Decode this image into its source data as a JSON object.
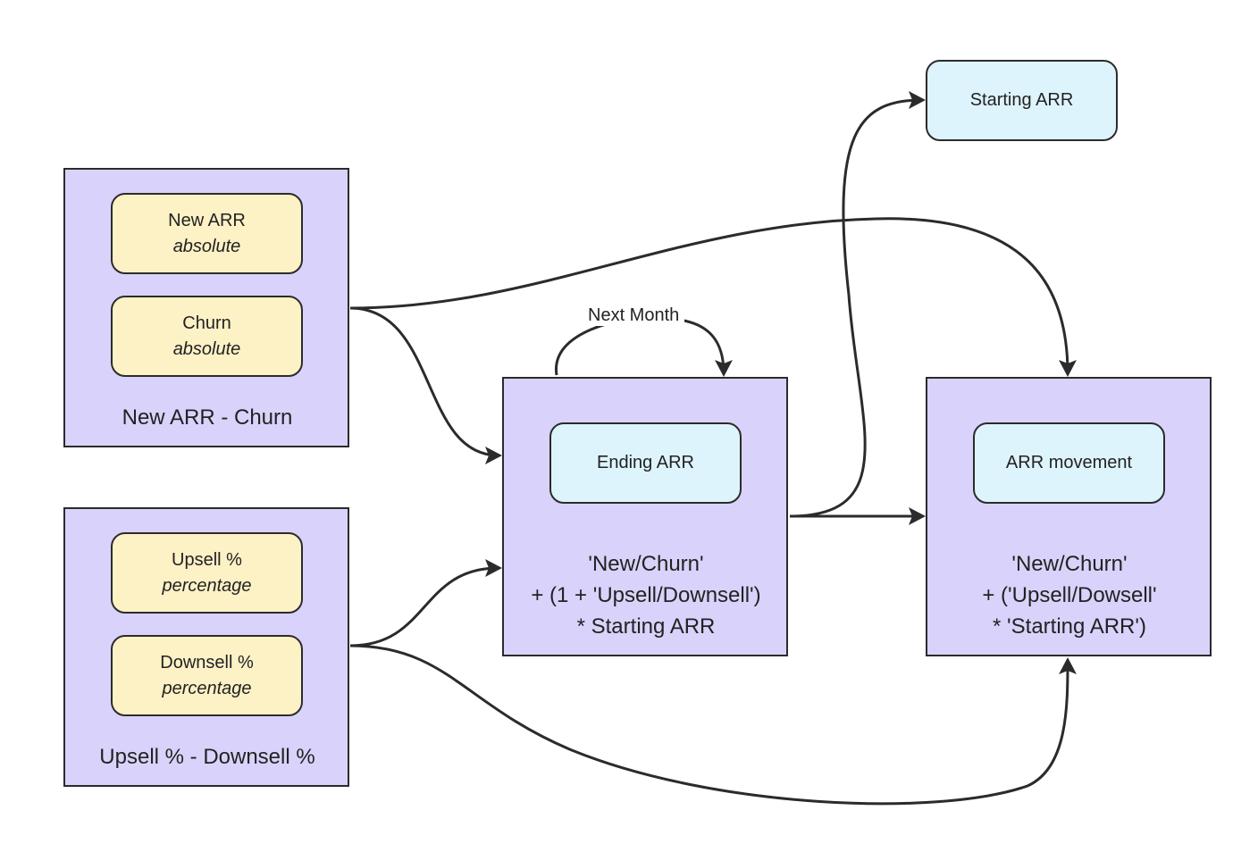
{
  "groups": {
    "new_churn": {
      "label": "New ARR - Churn"
    },
    "upsell_downsell": {
      "label": "Upsell % - Downsell %"
    },
    "ending": {
      "formula": [
        "'New/Churn'",
        "+ (1 + 'Upsell/Downsell')",
        "* Starting ARR"
      ]
    },
    "movement": {
      "formula": [
        "'New/Churn'",
        "+ ('Upsell/Dowsell'",
        "* 'Starting ARR')"
      ]
    }
  },
  "nodes": {
    "new_arr": {
      "title": "New ARR",
      "sub": "absolute"
    },
    "churn": {
      "title": "Churn",
      "sub": "absolute"
    },
    "upsell": {
      "title": "Upsell %",
      "sub": "percentage"
    },
    "downsell": {
      "title": "Downsell %",
      "sub": "percentage"
    },
    "ending_arr": {
      "title": "Ending ARR"
    },
    "arr_movement": {
      "title": "ARR movement"
    },
    "starting_arr": {
      "title": "Starting ARR"
    }
  },
  "edges": {
    "next_month": "Next Month"
  },
  "colors": {
    "group_fill": "#d9d3fb",
    "input_fill": "#fdf1c6",
    "output_fill": "#ddf4fd",
    "stroke": "#2b2b2b"
  }
}
